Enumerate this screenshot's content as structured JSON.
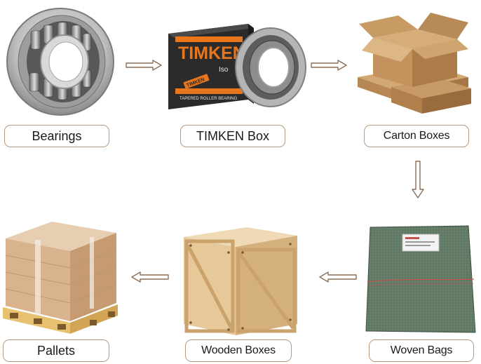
{
  "steps": [
    {
      "id": "bearings",
      "label": "Bearings"
    },
    {
      "id": "timken-box",
      "label": "TIMKEN Box"
    },
    {
      "id": "carton-boxes",
      "label": "Carton Boxes"
    },
    {
      "id": "woven-bags",
      "label": "Woven Bags"
    },
    {
      "id": "wooden-boxes",
      "label": "Wooden Boxes"
    },
    {
      "id": "pallets",
      "label": "Pallets"
    }
  ],
  "box_print": {
    "brand": "TIMKEN",
    "side": "Iso",
    "strip": "TAPERED ROLLER BEARING",
    "tag": "TIMKEN"
  },
  "colors": {
    "label_border": "#b89a7e",
    "arrow": "#8a6f58",
    "timken_orange": "#e8761d",
    "box_dark": "#2b2b2b",
    "cardboard": "#c89a66",
    "woven_green": "#5c7460",
    "wood": "#e3c497"
  }
}
